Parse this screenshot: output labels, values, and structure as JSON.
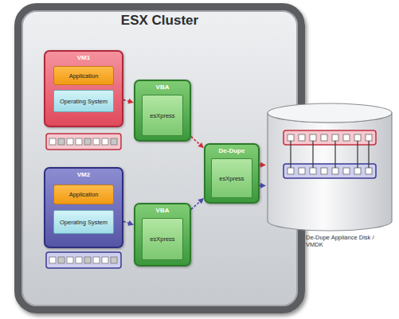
{
  "diagram": {
    "nodes": [
      {
        "text": [
          "ESX Cluster"
        ]
      },
      {
        "text": [
          "VM1"
        ],
        "in": 0
      },
      {
        "text": [
          "Application"
        ],
        "in": 1
      },
      {
        "text": [
          "Operating System"
        ],
        "in": 1
      },
      {
        "text": [
          "VBA"
        ],
        "in": 0
      },
      {
        "text": [
          "esXpress"
        ],
        "in": 4
      },
      {
        "text": [
          "De-Dupe"
        ],
        "in": 0
      },
      {
        "text": [
          "esXpress"
        ],
        "in": 6
      },
      {
        "text": [
          "VM2"
        ],
        "in": 0
      },
      {
        "text": [
          "Application"
        ],
        "in": 8
      },
      {
        "text": [
          "Operating System"
        ],
        "in": 8
      },
      {
        "text": [
          "VBA"
        ],
        "in": 0
      },
      {
        "text": [
          "esXpress"
        ],
        "in": 11
      },
      {
        "text": [
          "De-Dupe Appliance Disk / VMDK"
        ]
      }
    ],
    "edges": [
      {
        "from": 1,
        "to": 4,
        "arrow": "to"
      },
      {
        "from": 4,
        "to": 6,
        "arrow": "to"
      },
      {
        "from": 6,
        "to": 13,
        "arrow": "to"
      },
      {
        "from": 8,
        "to": 11,
        "arrow": "to"
      },
      {
        "from": 11,
        "to": 6,
        "arrow": "to"
      },
      {
        "from": 6,
        "to": 13,
        "arrow": "to"
      }
    ]
  }
}
